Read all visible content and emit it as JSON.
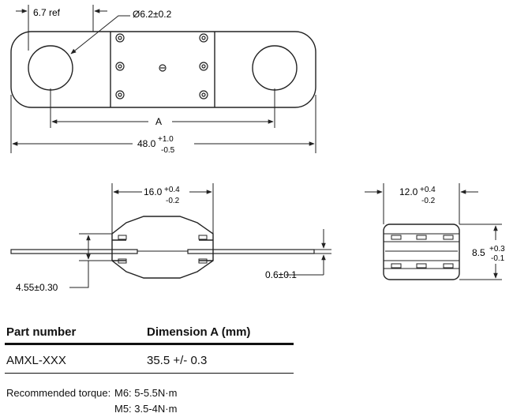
{
  "top_view": {
    "dim_ref": "6.7 ref",
    "dim_hole": "Ø6.2±0.2",
    "dim_a": "A",
    "dim_length_base": "48.0",
    "dim_length_plus": "+1.0",
    "dim_length_minus": "-0.5"
  },
  "side_view": {
    "dim_width_base": "16.0",
    "dim_width_plus": "+0.4",
    "dim_width_minus": "-0.2",
    "dim_height": "4.55±0.30",
    "dim_thickness": "0.6±0.1"
  },
  "end_view": {
    "dim_width_base": "12.0",
    "dim_width_plus": "+0.4",
    "dim_width_minus": "-0.2",
    "dim_height_base": "8.5",
    "dim_height_plus": "+0.3",
    "dim_height_minus": "-0.1"
  },
  "table": {
    "headers": [
      "Part number",
      "Dimension A (mm)"
    ],
    "rows": [
      [
        "AMXL-XXX",
        "35.5 +/- 0.3"
      ]
    ]
  },
  "torque": {
    "label": "Recommended torque:",
    "m6": "M6: 5-5.5N·m",
    "m5": "M5: 3.5-4N·m"
  }
}
